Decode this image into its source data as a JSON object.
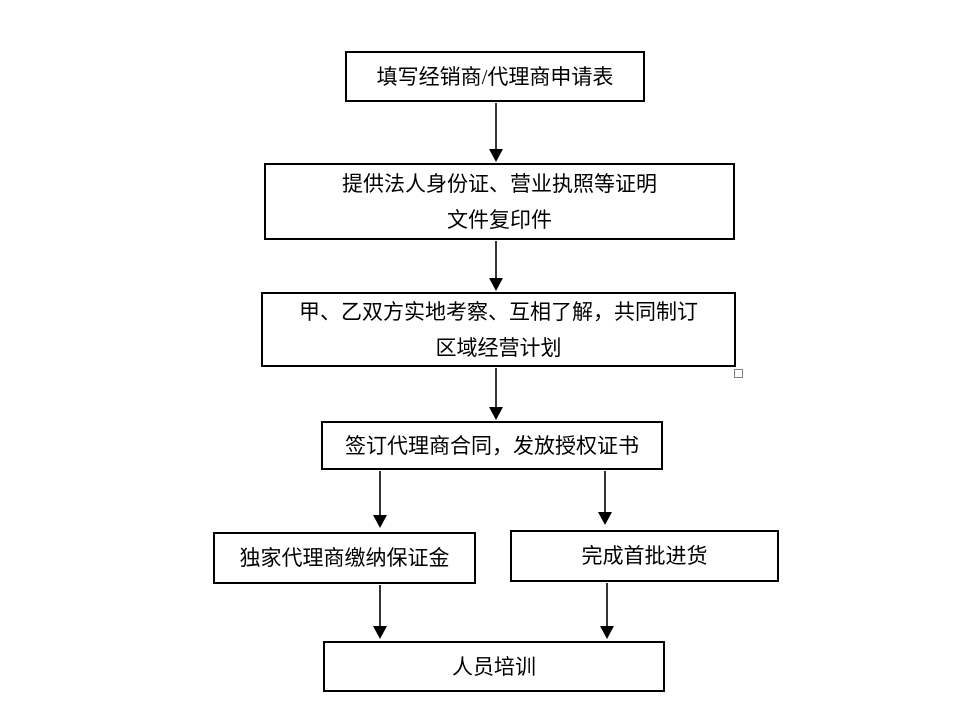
{
  "flowchart": {
    "nodes": {
      "application_form": {
        "lines": [
          "填写经销商/代理商申请表"
        ]
      },
      "documents": {
        "lines": [
          "提供法人身份证、营业执照等证明",
          "文件复印件"
        ]
      },
      "inspection": {
        "lines": [
          "甲、乙双方实地考察、互相了解，共同制订",
          "区域经营计划"
        ]
      },
      "contract": {
        "lines": [
          "签订代理商合同，发放授权证书"
        ]
      },
      "deposit": {
        "lines": [
          "独家代理商缴纳保证金"
        ]
      },
      "first_order": {
        "lines": [
          "完成首批进货"
        ]
      },
      "training": {
        "lines": [
          "人员培训"
        ]
      }
    },
    "colors": {
      "background": "#ffffff",
      "box_border": "#000000",
      "box_fill": "#ffffff",
      "text": "#000000",
      "arrow": "#000000",
      "selection_handle_border": "#808080"
    }
  }
}
